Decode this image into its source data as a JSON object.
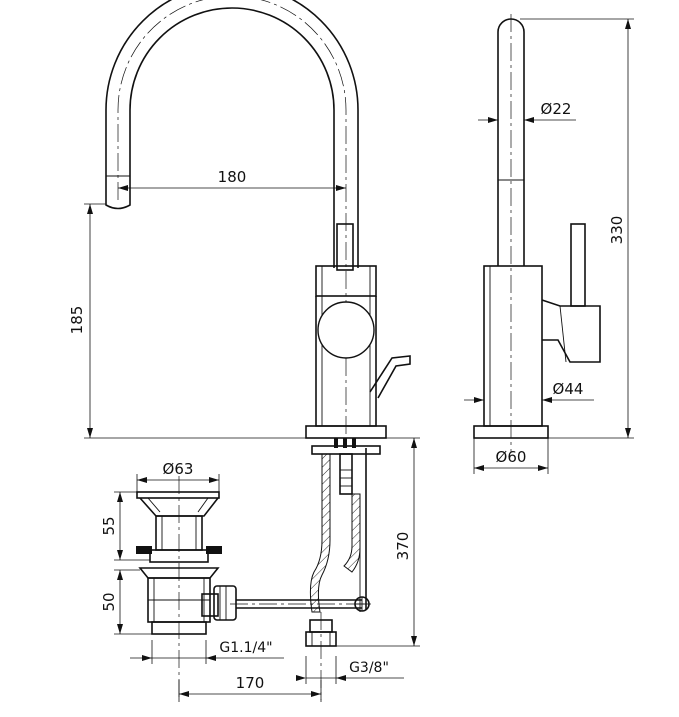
{
  "dimensions": {
    "spout_reach": "180",
    "spout_height": "185",
    "total_height": "330",
    "spout_diameter": "Ø22",
    "body_diameter": "Ø44",
    "base_diameter": "Ø60",
    "waste_diameter": "Ø63",
    "waste_upper_height": "55",
    "waste_lower_height": "50",
    "connection_length": "370",
    "waste_thread": "G1.1/4\"",
    "supply_thread": "G3/8\"",
    "waste_to_tap_distance": "170"
  }
}
